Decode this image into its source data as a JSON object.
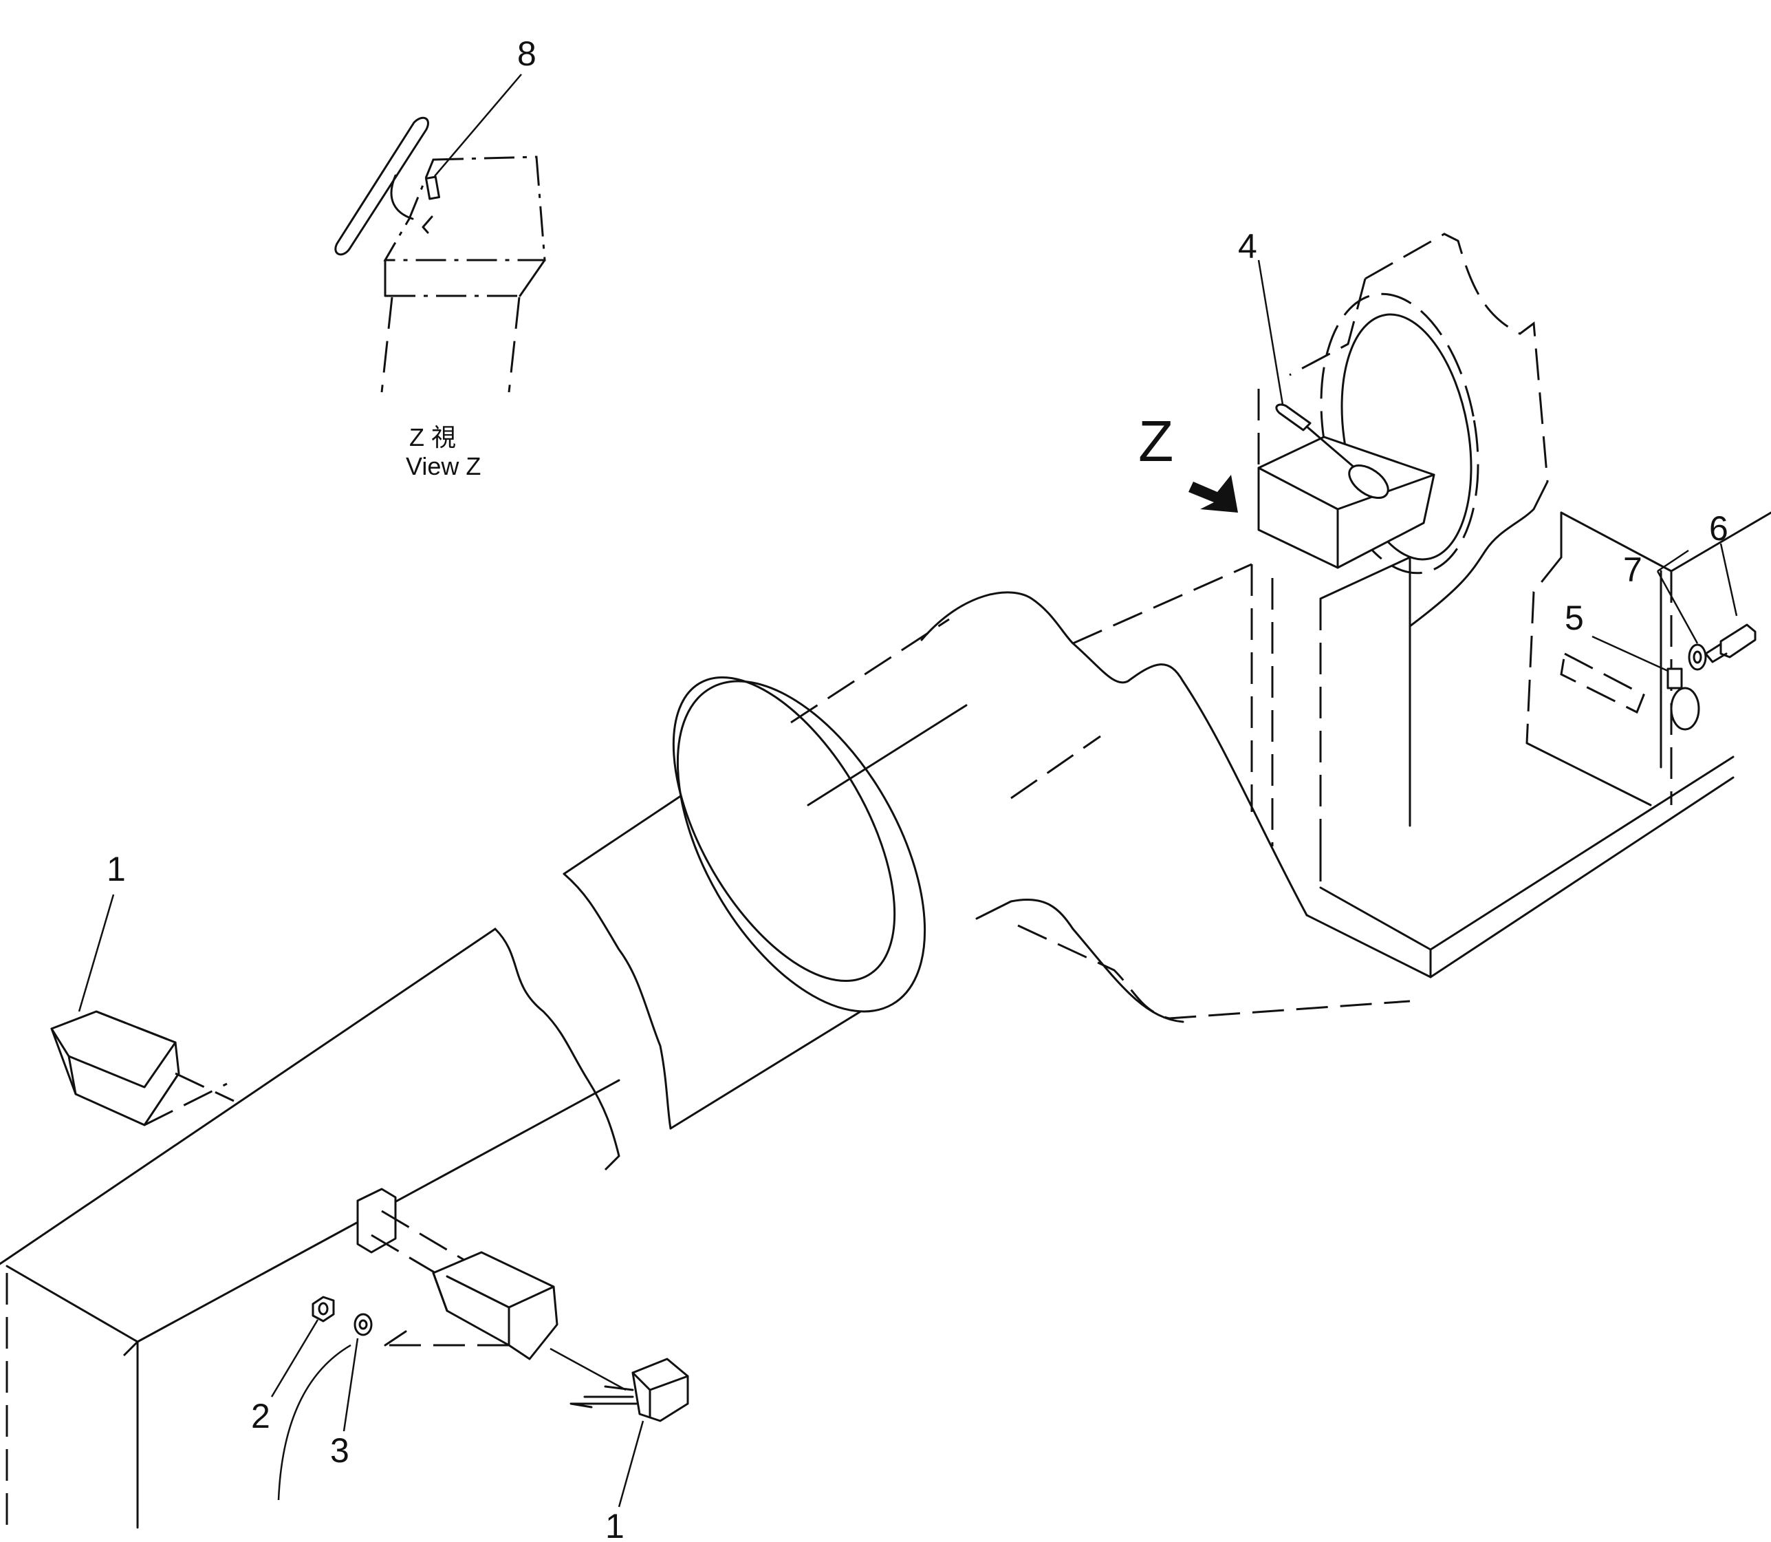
{
  "callouts": {
    "c1_left": "1",
    "c1_bottom": "1",
    "c2": "2",
    "c3": "3",
    "c4": "4",
    "c5": "5",
    "c6": "6",
    "c7": "7",
    "c8": "8"
  },
  "view_caption": {
    "line1": "Z 視",
    "line2": "View Z"
  },
  "view_marker": "Z"
}
